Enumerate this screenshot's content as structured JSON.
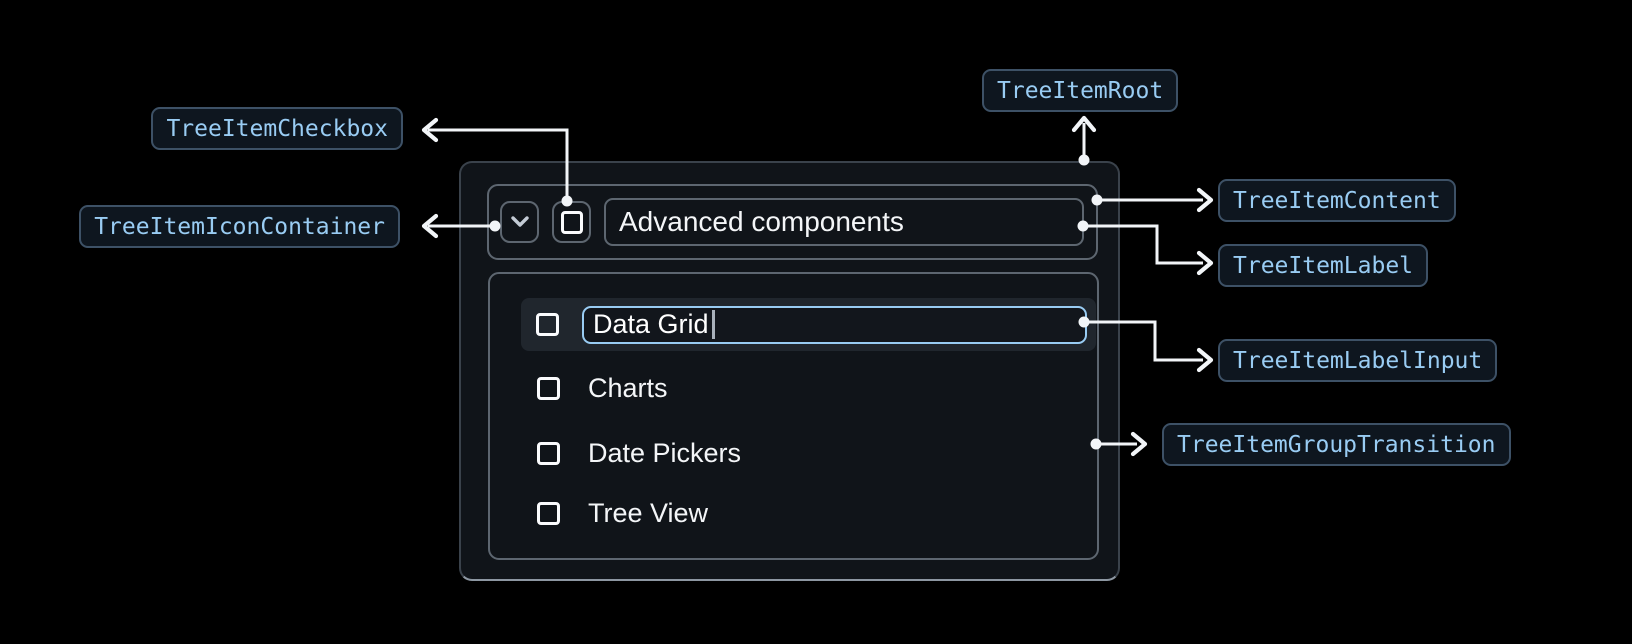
{
  "component": {
    "header": {
      "label": "Advanced components",
      "expanded": true,
      "checked": false
    },
    "items": [
      {
        "label": "Data Grid",
        "checked": false,
        "state": "editing"
      },
      {
        "label": "Charts",
        "checked": false,
        "state": "default"
      },
      {
        "label": "Date Pickers",
        "checked": false,
        "state": "default"
      },
      {
        "label": "Tree View",
        "checked": false,
        "state": "default"
      }
    ]
  },
  "annotations": {
    "root": {
      "label": "TreeItemRoot"
    },
    "checkbox": {
      "label": "TreeItemCheckbox"
    },
    "icon_container": {
      "label": "TreeItemIconContainer"
    },
    "content": {
      "label": "TreeItemContent"
    },
    "label": {
      "label": "TreeItemLabel"
    },
    "label_input": {
      "label": "TreeItemLabelInput"
    },
    "group_transition": {
      "label": "TreeItemGroupTransition"
    }
  },
  "icons": {
    "expand": "chevron-down-icon",
    "checkbox": "checkbox-unchecked-icon",
    "caret": "text-caret"
  },
  "colors": {
    "page_bg": "#000000",
    "panel_bg": "#101419",
    "panel_border": "#3A424B",
    "inner_border": "#5D6670",
    "row_highlight_bg": "#20262D",
    "input_focus_border": "#99CCF3",
    "badge_bg": "#0E161F",
    "badge_border": "#3D5166",
    "badge_text": "#99CCF3",
    "connector": "#F2F5F8",
    "text": "#F4F6F8"
  }
}
